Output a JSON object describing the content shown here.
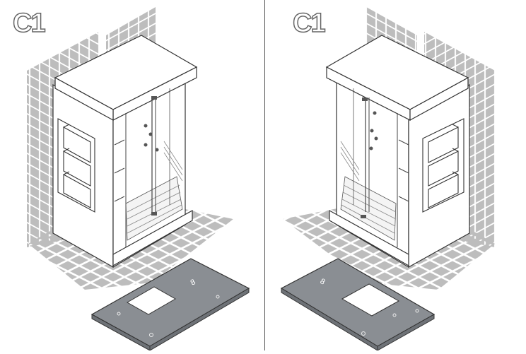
{
  "panels": [
    {
      "label": "C1",
      "base_mark": "8"
    },
    {
      "label": "C1",
      "base_mark": "8"
    }
  ],
  "colors": {
    "tile": "#b9b9b9",
    "tile_dark": "#9a9a9a",
    "outline": "#333333",
    "base_fill": "#8a8e93",
    "cabin_fill": "#ffffff"
  }
}
